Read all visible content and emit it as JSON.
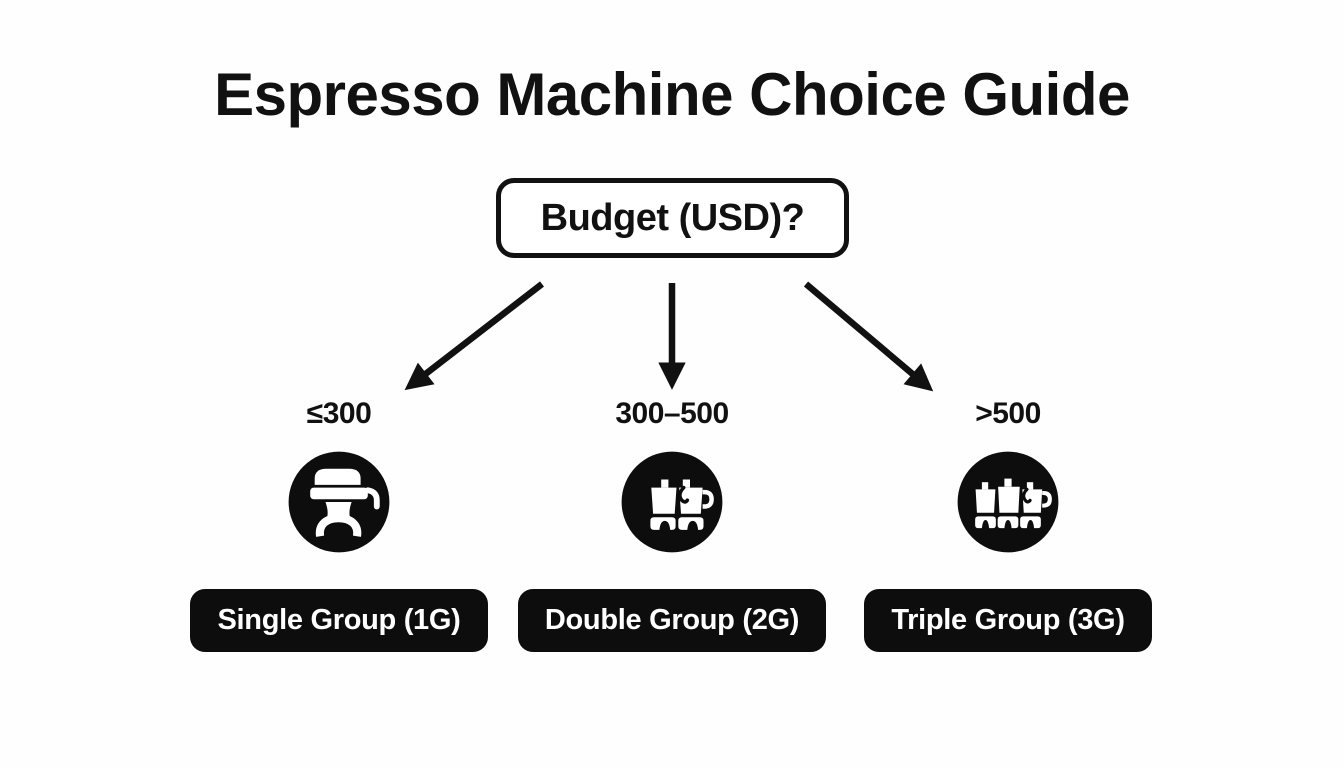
{
  "title": "Espresso Machine Choice Guide",
  "decision": {
    "question": "Budget (USD)?"
  },
  "branches": [
    {
      "condition": "≤300",
      "icon": "single-group-portafilter-icon",
      "result": "Single Group (1G)"
    },
    {
      "condition": "300–500",
      "icon": "double-group-machine-icon",
      "result": "Double Group (2G)"
    },
    {
      "condition": ">500",
      "icon": "triple-group-machine-icon",
      "result": "Triple Group (3G)"
    }
  ],
  "colors": {
    "ink": "#111111",
    "paper": "#fefefe",
    "node_fill": "#0d0d0d",
    "node_glyph": "#ffffff"
  }
}
